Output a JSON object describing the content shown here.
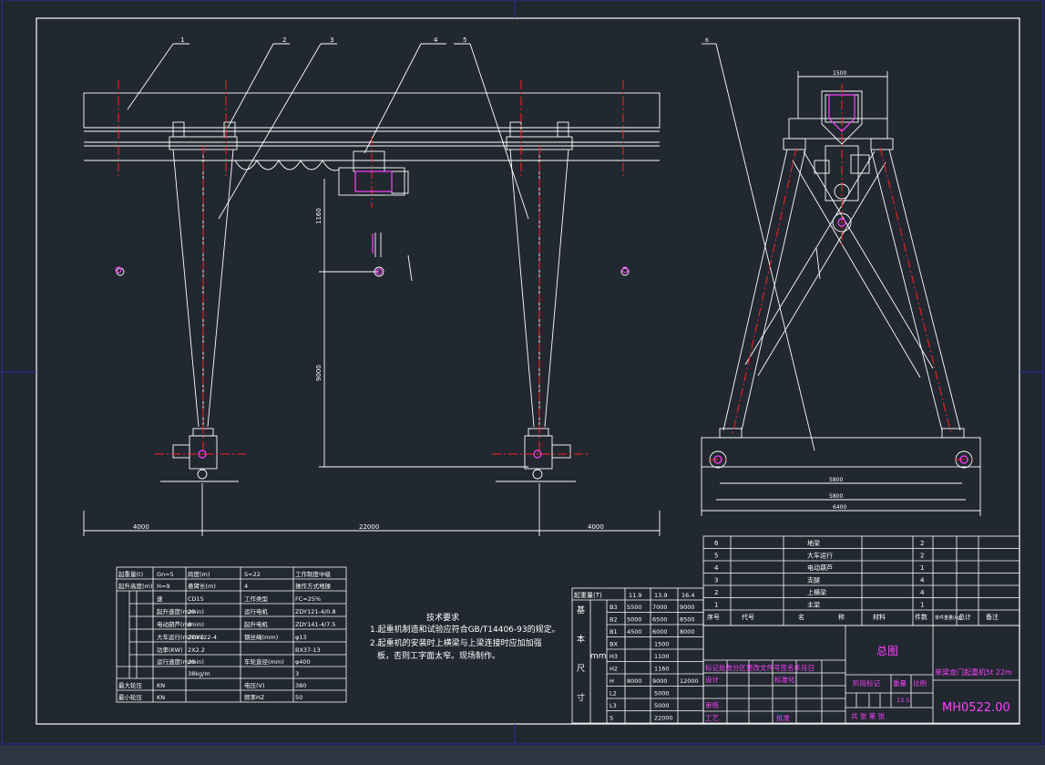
{
  "colors": {
    "background": "#212830",
    "line": "#ffffff",
    "frame": "#2a2aa8",
    "center": "#ff2020",
    "magenta": "#ff40ff",
    "cyan": "#00e0e0",
    "red": "#ff2a2a",
    "green": "#00ff66"
  },
  "front": {
    "callouts": [
      "1",
      "2",
      "3",
      "4",
      "5"
    ],
    "dims": {
      "hook_h": "1160",
      "lift_h": "9000",
      "left_leg": "4000",
      "span": "22000",
      "right_leg": "4000"
    }
  },
  "side": {
    "callout": "6",
    "dims": {
      "top": "1500",
      "inner": "5800",
      "wheel": "5800",
      "total": "6400"
    }
  },
  "param_table": {
    "rows": [
      [
        "起重量(t)",
        "Gn=5",
        "跨度(m)",
        "S=22",
        "工作制度",
        "中级"
      ],
      [
        "起升高度(m)",
        "H=9",
        "悬臂长(m)",
        "4",
        "操作方式",
        "地操"
      ],
      [
        "",
        "速",
        "CD15",
        "工作类型",
        "FC=25%",
        ""
      ],
      [
        "",
        "起升速度(m/min)",
        "20",
        "运行电机",
        "ZDY121-4/0.8",
        ""
      ],
      [
        "",
        "电动葫芦(m/min)",
        "8",
        "起升电机",
        "ZDY141-4/7.5",
        ""
      ],
      [
        "",
        "大车运行(m/min)",
        "ZDY122-4",
        "钢丝绳(mm)",
        "φ13",
        ""
      ],
      [
        "",
        "功率(KW)",
        "2X2.2",
        "",
        "BX37-13",
        ""
      ],
      [
        "",
        "运行速度(m/min)",
        "20",
        "车轮直径(mm)",
        "φ400",
        ""
      ],
      [
        "",
        "",
        "38kg/m",
        "",
        "3",
        ""
      ],
      [
        "最大轮压",
        "KN",
        "",
        "电压(V)",
        "380",
        ""
      ],
      [
        "最小轮压",
        "KN",
        "",
        "频率HZ",
        "50",
        ""
      ]
    ]
  },
  "tech": {
    "title": "技术要求",
    "line1": "1.起重机制造和试验应符合GB/T14406-93的规定。",
    "line2": "2.起重机的安装时上横梁与上梁连接时应加加强",
    "line3": "板，否则工字面太窄。现场制作。"
  },
  "dim_table": {
    "header": [
      "起重量(T)",
      "11.9",
      "13.9",
      "16.4"
    ],
    "side_label": "基本尺寸",
    "unit": "mm",
    "rows": [
      [
        "B3",
        "5500",
        "7000",
        "9000"
      ],
      [
        "B2",
        "5000",
        "6500",
        "8500"
      ],
      [
        "B1",
        "4500",
        "6000",
        "8000"
      ],
      [
        "BX",
        "1500",
        "",
        ""
      ],
      [
        "H3",
        "1100",
        "",
        ""
      ],
      [
        "H2",
        "1160",
        "",
        ""
      ],
      [
        "H",
        "8000",
        "9000",
        "12000"
      ],
      [
        "L2",
        "5000",
        "",
        ""
      ],
      [
        "L3",
        "5000",
        "",
        ""
      ],
      [
        "S",
        "22000",
        "",
        ""
      ]
    ]
  },
  "bom": {
    "rows": [
      [
        "6",
        "",
        "地梁",
        "",
        "2",
        ""
      ],
      [
        "5",
        "",
        "大车运行",
        "",
        "2",
        ""
      ],
      [
        "4",
        "",
        "电动葫芦",
        "",
        "1",
        ""
      ],
      [
        "3",
        "",
        "支腿",
        "",
        "4",
        ""
      ],
      [
        "2",
        "",
        "上横梁",
        "",
        "4",
        ""
      ],
      [
        "1",
        "",
        "主梁",
        "",
        "1",
        ""
      ]
    ],
    "header": [
      "序号",
      "代号",
      "名",
      "称",
      "材料",
      "件数",
      "单件重量(kg)",
      "总计",
      "备注"
    ]
  },
  "title_block": {
    "rev_row": "标记处数分区更改文件号签名年月日",
    "design": "设计",
    "standard": "标准化",
    "stage": "阶段标记",
    "weight": "重量",
    "scale": "比例",
    "scale_val": "13.5",
    "review": "审核",
    "process": "工艺",
    "approve": "批准",
    "sheets": "共  张  第  张",
    "name": "总图",
    "title": "单梁龙门起重机5t 22m",
    "drawing_no": "MH0522.00"
  }
}
